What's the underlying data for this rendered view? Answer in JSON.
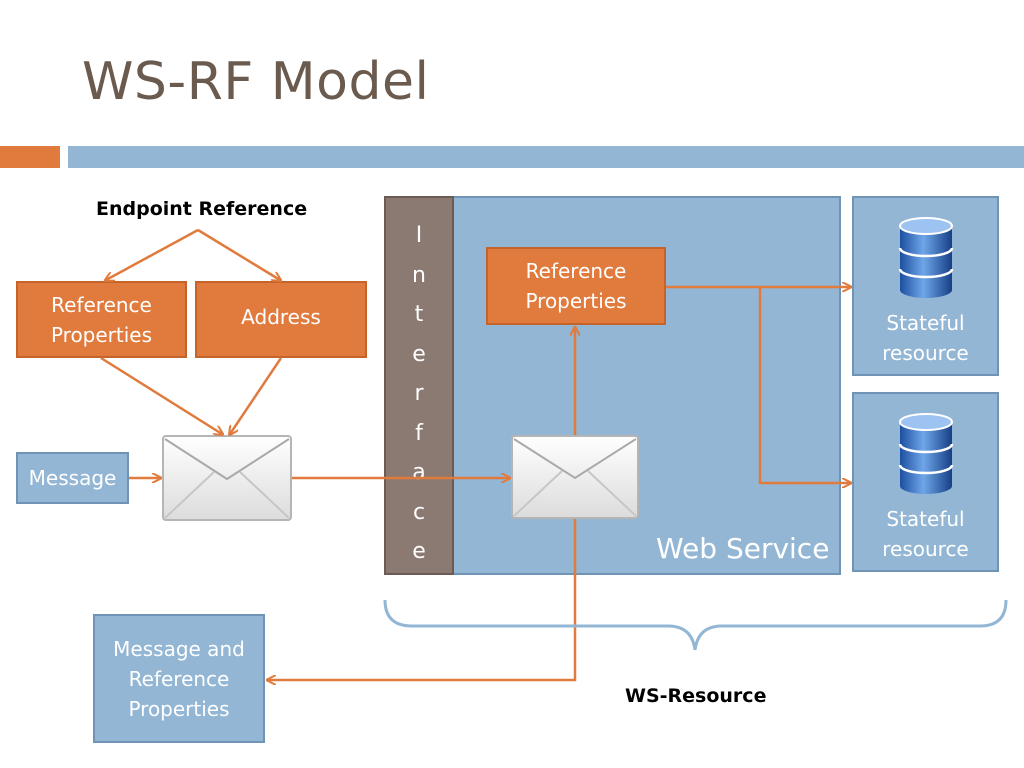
{
  "slide": {
    "title": "WS-RF Model"
  },
  "diagram": {
    "endpoint_reference_label": "Endpoint Reference",
    "epr_reference_properties": "Reference Properties",
    "epr_address": "Address",
    "message": "Message",
    "interface_letters": [
      "I",
      "n",
      "t",
      "e",
      "r",
      "f",
      "a",
      "c",
      "e"
    ],
    "web_service_label": "Web Service",
    "ws_reference_properties": "Reference Properties",
    "stateful_resource_1": "Stateful resource",
    "stateful_resource_2": "Stateful resource",
    "message_and_reference_properties": "Message and Reference Properties",
    "ws_resource_label": "WS-Resource"
  },
  "colors": {
    "title": "#6b5a4e",
    "accent_orange": "#e07b3d",
    "accent_blue": "#93b6d4",
    "interface_gray": "#8b7a72",
    "arrow": "#e07b3d"
  },
  "icons": [
    "envelope-icon",
    "database-icon",
    "brace-icon"
  ]
}
